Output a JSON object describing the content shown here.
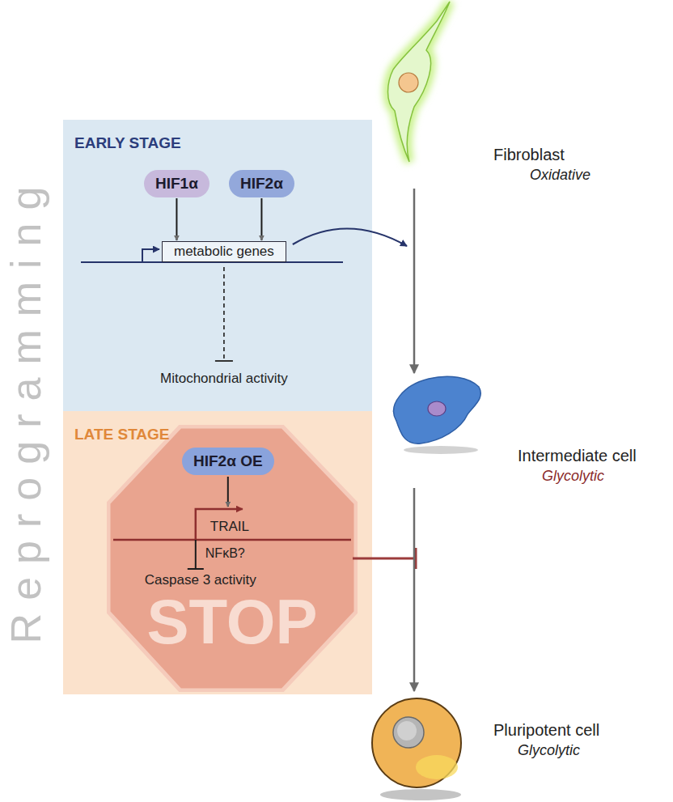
{
  "diagram": {
    "nodes": [
      {
        "text": [
          "EARLY STAGE"
        ]
      },
      {
        "text": [
          "HIF1α"
        ],
        "in": 0
      },
      {
        "text": [
          "HIF2α"
        ],
        "in": 0
      },
      {
        "text": [
          "metabolic genes"
        ],
        "in": 0
      },
      {
        "text": [
          "LATE STAGE"
        ]
      },
      {
        "text": [
          "STOP"
        ],
        "in": 4
      },
      {
        "text": [
          "HIF2α OE"
        ],
        "in": 5
      },
      {
        "text": [
          "Fibroblast",
          "Oxidative"
        ]
      },
      {
        "text": [
          "Intermediate cell",
          "Glycolytic"
        ]
      },
      {
        "text": [
          "Pluripotent cell",
          "Glycolytic"
        ]
      }
    ],
    "edges": [
      {
        "from": 1,
        "to": 3,
        "arrow": "to"
      },
      {
        "from": 2,
        "to": 3,
        "arrow": "to"
      },
      {
        "from": 7,
        "to": 8,
        "arrow": "to"
      },
      {
        "from": 8,
        "to": 9,
        "arrow": "to"
      }
    ],
    "labels": [
      "Reprogramming",
      "Mitochondrial activity",
      "TRAIL",
      "NFκB?",
      "Caspase 3 activity"
    ]
  }
}
